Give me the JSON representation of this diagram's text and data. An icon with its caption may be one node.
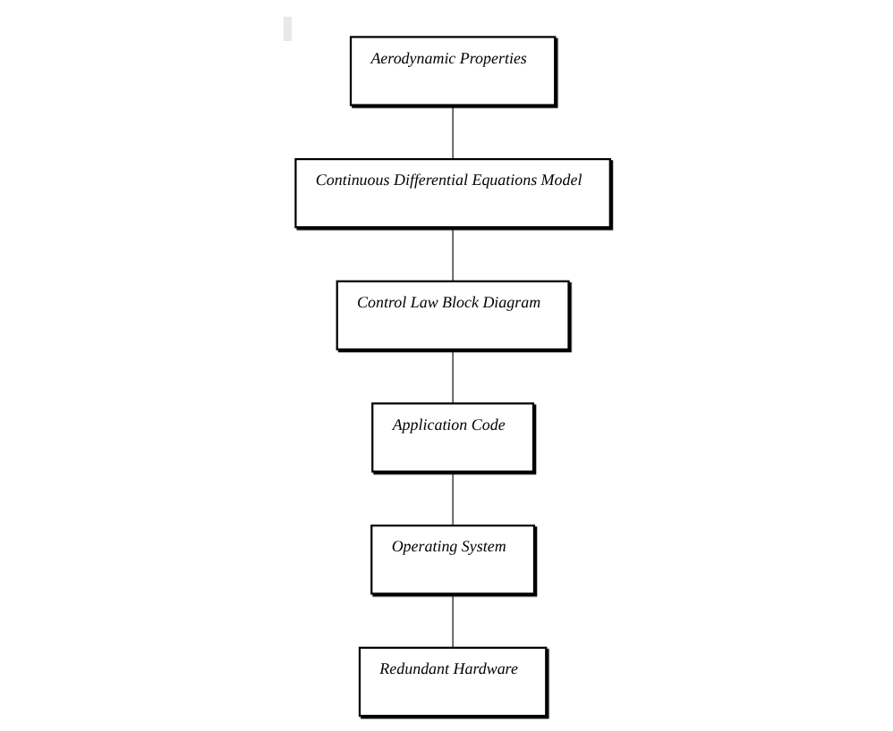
{
  "diagram": {
    "nodes": [
      {
        "text": [
          "Aerodynamic Properties"
        ]
      },
      {
        "text": [
          "Continuous Differential Equations Model"
        ]
      },
      {
        "text": [
          "Control Law Block Diagram"
        ]
      },
      {
        "text": [
          "Application Code"
        ]
      },
      {
        "text": [
          "Operating System"
        ]
      },
      {
        "text": [
          "Redundant Hardware"
        ]
      }
    ],
    "edges": [
      {
        "from": 0,
        "to": 1,
        "arrow": "none"
      },
      {
        "from": 1,
        "to": 2,
        "arrow": "none"
      },
      {
        "from": 2,
        "to": 3,
        "arrow": "none"
      },
      {
        "from": 3,
        "to": 4,
        "arrow": "none"
      },
      {
        "from": 4,
        "to": 5,
        "arrow": "none"
      }
    ]
  }
}
